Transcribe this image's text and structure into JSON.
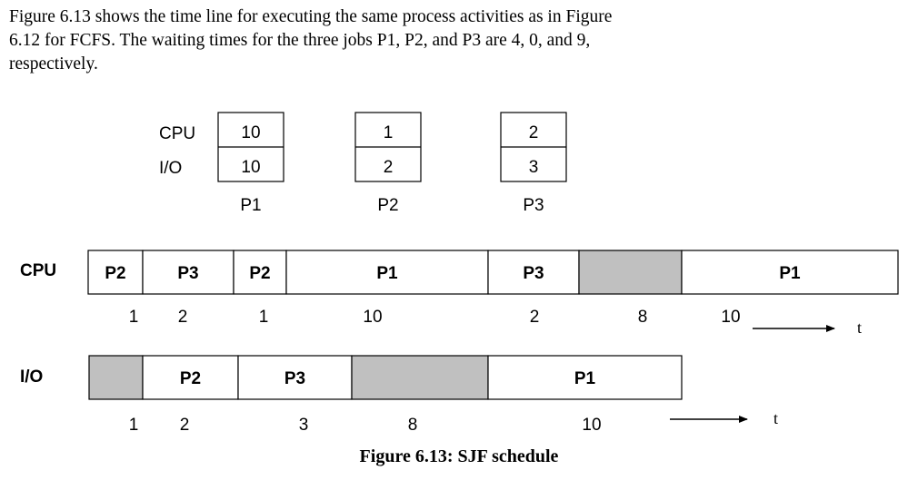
{
  "paragraph": {
    "line1": "Figure 6.13 shows the time line for executing the same process activities as in Figure",
    "line2": "6.12 for FCFS.  The waiting times for the three jobs P1, P2, and P3 are 4, 0, and 9,",
    "line3": "respectively."
  },
  "legend": {
    "cpu_label": "CPU",
    "io_label": "I/O",
    "jobs": [
      {
        "name": "P1",
        "cpu": "10",
        "io": "10"
      },
      {
        "name": "P2",
        "cpu": "1",
        "io": "2"
      },
      {
        "name": "P3",
        "cpu": "2",
        "io": "3"
      }
    ]
  },
  "timelines": {
    "cpu": {
      "label": "CPU",
      "segments": [
        {
          "label": "P2",
          "duration": "1",
          "idle": false
        },
        {
          "label": "P3",
          "duration": "2",
          "idle": false
        },
        {
          "label": "P2",
          "duration": "1",
          "idle": false
        },
        {
          "label": "P1",
          "duration": "10",
          "idle": false
        },
        {
          "label": "P3",
          "duration": "2",
          "idle": false
        },
        {
          "label": "",
          "duration": "8",
          "idle": true
        },
        {
          "label": "P1",
          "duration": "10",
          "idle": false
        }
      ],
      "axis_label": "t"
    },
    "io": {
      "label": "I/O",
      "segments": [
        {
          "label": "",
          "duration": "1",
          "idle": true
        },
        {
          "label": "P2",
          "duration": "2",
          "idle": false
        },
        {
          "label": "P3",
          "duration": "3",
          "idle": false
        },
        {
          "label": "",
          "duration": "8",
          "idle": true
        },
        {
          "label": "P1",
          "duration": "10",
          "idle": false
        }
      ],
      "axis_label": "t"
    }
  },
  "colors": {
    "idle_fill": "#c0c0c0",
    "stroke": "#000000"
  },
  "caption": "Figure 6.13: SJF schedule"
}
